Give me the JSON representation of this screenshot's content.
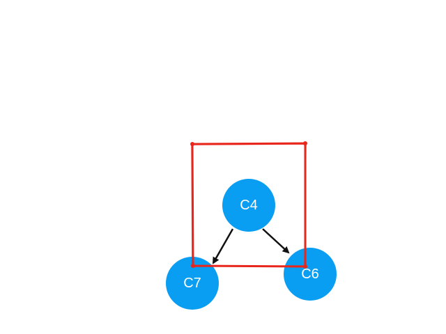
{
  "colors": {
    "background": "#ffffff",
    "node_fill": "#0a9ef2",
    "node_text": "#ffffff",
    "edge": "#111111",
    "highlight_box": "#e8261c"
  },
  "nodes": [
    {
      "id": "c4",
      "label": "C4"
    },
    {
      "id": "c6",
      "label": "C6"
    },
    {
      "id": "c7",
      "label": "C7"
    }
  ],
  "edges": [
    {
      "from": "C4",
      "to": "C7"
    },
    {
      "from": "C4",
      "to": "C6"
    }
  ]
}
